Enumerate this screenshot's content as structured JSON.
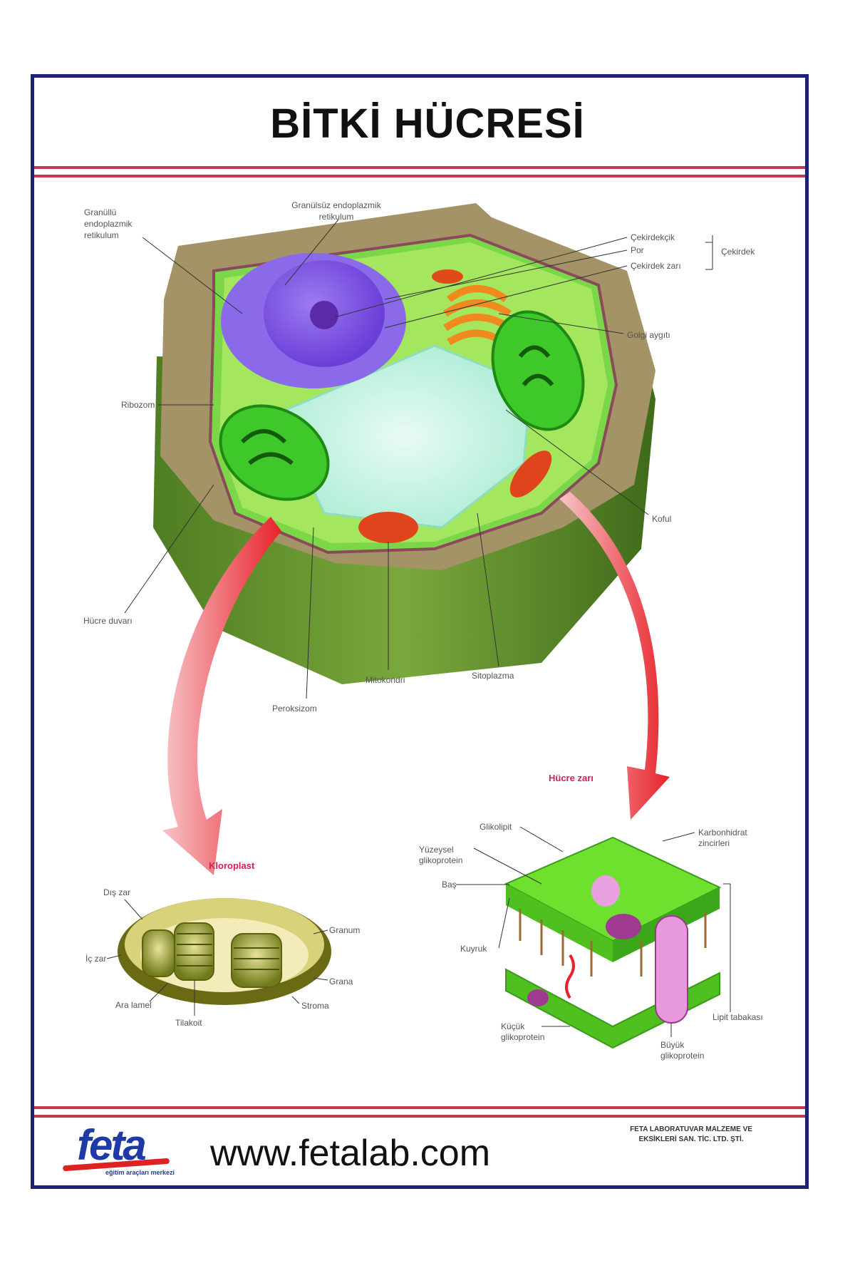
{
  "title": "BİTKİ HÜCRESİ",
  "cell_labels": {
    "granullu_er": [
      "Granüllü",
      "endoplazmik",
      "retikulum"
    ],
    "granulsuz_er": [
      "Granülsüz endoplazmik",
      "retikulum"
    ],
    "cekirdekcik": "Çekirdekçik",
    "por": "Por",
    "cekirdek_zari": "Çekirdek zarı",
    "cekirdek": "Çekirdek",
    "golgi": "Golgi aygıtı",
    "ribozom": "Ribozom",
    "koful": "Koful",
    "hucre_duvari": "Hücre duvarı",
    "mitokondri": "Mitokondri",
    "sitoplazma": "Sitoplazma",
    "peroksizom": "Peroksizom"
  },
  "chloroplast": {
    "title": "Kloroplast",
    "labels": {
      "dis_zar": "Dış zar",
      "ic_zar": "İç zar",
      "ara_lamel": "Ara lamel",
      "tilakoit": "Tilakoit",
      "granum": "Granum",
      "grana": "Grana",
      "stroma": "Stroma"
    }
  },
  "membrane": {
    "title": "Hücre zarı",
    "labels": {
      "glikolipit": "Glikolipit",
      "yuzeysel": [
        "Yüzeysel",
        "glikoprotein"
      ],
      "bas": "Baş",
      "kuyruk": "Kuyruk",
      "karbonhidrat": [
        "Karbonhidrat",
        "zincirleri"
      ],
      "lipit": "Lipit tabakası",
      "kucuk": [
        "Küçük",
        "glikoprotein"
      ],
      "buyuk": [
        "Büyük",
        "glikoprotein"
      ]
    }
  },
  "footer": {
    "logo": "feta",
    "logo_tagline": "eğitim araçları merkezi",
    "url": "www.fetalab.com",
    "company": [
      "FETA LABORATUVAR MALZEME VE",
      "EKSİKLERİ SAN. TİC. LTD. ŞTİ."
    ]
  },
  "colors": {
    "border": "#1c2376",
    "rule": "#c23a4e",
    "accent_red": "#e8222a",
    "label_red": "#d0205a"
  }
}
